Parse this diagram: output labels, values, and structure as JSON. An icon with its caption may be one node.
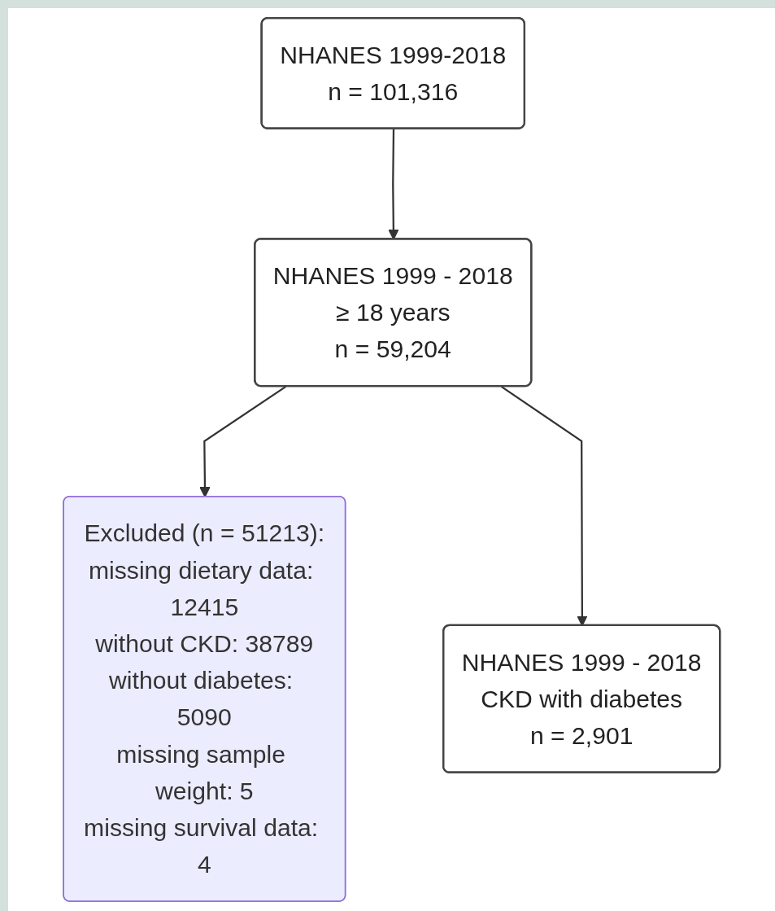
{
  "diagram": {
    "nodes": [
      {
        "text": [
          "NHANES 1999-2018",
          "n = 101,316"
        ]
      },
      {
        "text": [
          "NHANES 1999 - 2018",
          "≥ 18 years",
          "n = 59,204"
        ]
      },
      {
        "text": [
          "Excluded (n = 51213):",
          "missing dietary data: 12415",
          "without CKD: 38789",
          "without diabetes: 5090",
          "missing sample weight: 5",
          "missing survival data: 4"
        ]
      },
      {
        "text": [
          "NHANES 1999 - 2018",
          "CKD with diabetes",
          "n = 2,901"
        ]
      }
    ],
    "edges": [
      {
        "from": 0,
        "to": 1,
        "arrow": "to"
      },
      {
        "from": 1,
        "to": 2,
        "arrow": "to"
      },
      {
        "from": 1,
        "to": 3,
        "arrow": "to"
      }
    ]
  }
}
